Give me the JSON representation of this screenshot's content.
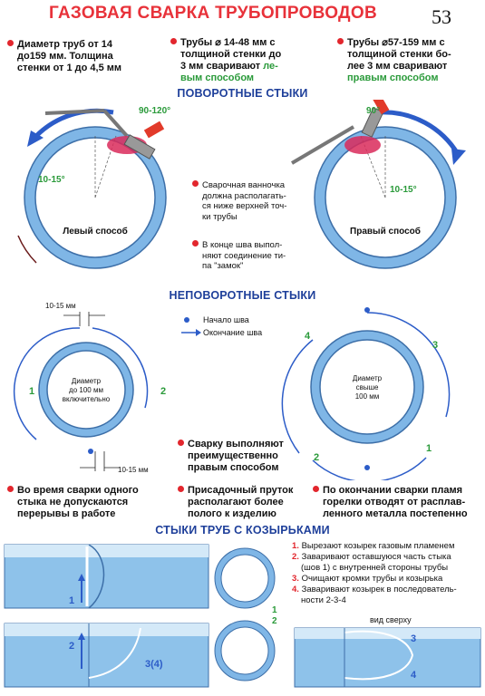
{
  "title": "ГАЗОВАЯ СВАРКА ТРУБОПРОВОДОВ",
  "page_number": "53",
  "top_bullets": {
    "b1": [
      "Диаметр труб от 14",
      "до159 мм. Толщина",
      "стенки от 1 до 4,5 мм"
    ],
    "b2": [
      "Трубы ⌀ 14-48 мм с",
      "толщиной стенки до",
      "3 мм сваривают ",
      "ле-",
      "вым способом"
    ],
    "b3": [
      "Трубы ⌀57-159 мм с",
      "толщиной стенки бо-",
      "лее 3 мм сваривают",
      "правым способом"
    ]
  },
  "rotary": {
    "heading": "ПОВОРОТНЫЕ СТЫКИ",
    "left_label": "Левый способ",
    "right_label": "Правый способ",
    "left_angle_top": "90-120°",
    "left_angle_low": "10-15°",
    "right_angle_top": "90°",
    "right_angle_low": "10-15°",
    "note1": [
      "Сварочная ванночка",
      "должна располагать-",
      "ся ниже верхней точ-",
      "ки трубы"
    ],
    "note2": [
      "В конце шва выпол-",
      "няют соединение ти-",
      "па \"замок\""
    ]
  },
  "fixed": {
    "heading": "НЕПОВОРОТНЫЕ СТЫКИ",
    "gap_top": "10-15 мм",
    "gap_bottom": "10-15 мм",
    "left_pipe_label": [
      "Диаметр",
      "до 100 мм",
      "включительно"
    ],
    "right_pipe_label": [
      "Диаметр",
      "свыше",
      "100 мм"
    ],
    "legend_start": "Начало шва",
    "legend_end": "Окончание шва",
    "left_nums": [
      "1",
      "2"
    ],
    "right_nums": [
      "1",
      "2",
      "3",
      "4"
    ],
    "center_note": [
      "Сварку выполняют",
      "преимущественно",
      "правым способом"
    ]
  },
  "bottom_bullets": {
    "b1": [
      "Во время сварки одного",
      "стыка не допускаются",
      "перерывы в работе"
    ],
    "b2": [
      "Присадочный пруток",
      "располагают более",
      "полого к изделию"
    ],
    "b3": [
      "По окончании сварки пламя",
      "горелки отводят от расплав-",
      "ленного металла постепенно"
    ]
  },
  "flanged": {
    "heading": "СТЫКИ ТРУБ С КОЗЫРЬКАМИ",
    "steps": [
      {
        "n": "1.",
        "text": [
          "Вырезают козырек газовым пламенем"
        ]
      },
      {
        "n": "2.",
        "text": [
          "Заваривают оставшуюся часть стыка",
          "(шов 1) с внутренней стороны трубы"
        ]
      },
      {
        "n": "3.",
        "text": [
          "Очищают кромки трубы и козырька"
        ]
      },
      {
        "n": "4.",
        "text": [
          "Заваривают козырек в последователь-",
          "ности 2-3-4"
        ]
      }
    ],
    "top_view": "вид сверху",
    "labels": {
      "one": "1",
      "two": "2",
      "three_four": "3(4)",
      "three": "3",
      "four": "4"
    }
  },
  "colors": {
    "title_red": "#e8323a",
    "heading_blue": "#1e3f9a",
    "pipe_blue": "#7fb6e6",
    "pipe_light": "#d4e9f8",
    "arrow_blue": "#2c5cc8",
    "arrow_dark": "#6a1a1a",
    "green": "#2a9a3a",
    "bullet_red": "#e2262d"
  }
}
